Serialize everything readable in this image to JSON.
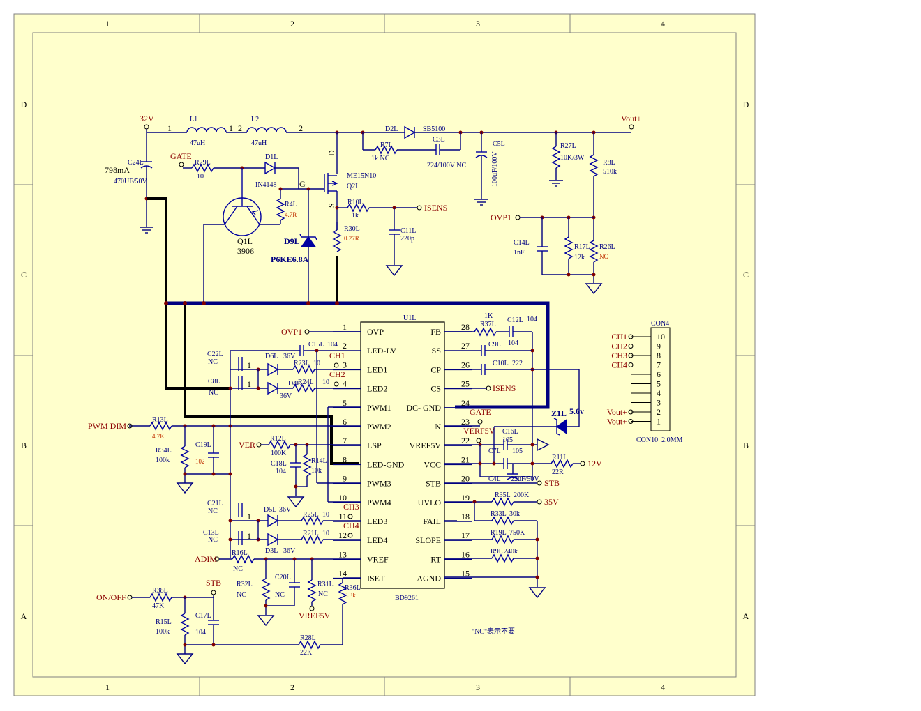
{
  "frame": {
    "columns": [
      "1",
      "2",
      "3",
      "4"
    ],
    "rows": [
      "D",
      "C",
      "B",
      "A"
    ]
  },
  "colors": {
    "sheet": "#ffffcc",
    "wire": "#000080",
    "net_label": "#8b0000",
    "value_highlight": "#c03000",
    "junction": "#800000"
  },
  "power": {
    "nodes": {
      "v32": "32V",
      "vout": "Vout+",
      "current": "798mA"
    },
    "inductors": [
      {
        "ref": "L1",
        "value": "47uH",
        "pin_a": "1",
        "pin_b": "1"
      },
      {
        "ref": "L2",
        "value": "47uH",
        "pin_a": "2",
        "pin_b": "2"
      }
    ],
    "c24": {
      "ref": "C24L",
      "value": "470UF/50V"
    },
    "d2": {
      "ref": "D2L",
      "value": "SB5100"
    },
    "r7": {
      "ref": "R7L",
      "value": "1k NC"
    },
    "c3": {
      "ref": "C3L",
      "value": "224/100V NC"
    },
    "c5": {
      "ref": "C5L",
      "value": "100uF/100V"
    },
    "r27": {
      "ref": "R27L",
      "value": "10K/3W"
    },
    "r8": {
      "ref": "R8L",
      "value": "510k"
    },
    "gate_net": "GATE",
    "r29": {
      "ref": "R29L",
      "value": "10"
    },
    "d1": {
      "ref": "D1L",
      "value": "IN4148"
    },
    "q1": {
      "ref": "Q1L",
      "value": "3906"
    },
    "r4": {
      "ref": "R4L",
      "value": "4.7R"
    },
    "d9": {
      "ref": "D9L",
      "value": "P6KE6.8A"
    },
    "q2": {
      "ref": "Q2L",
      "value": "ME15N10",
      "d": "D",
      "g": "G",
      "s": "S"
    },
    "r10": {
      "ref": "R10L",
      "value": "1k"
    },
    "isens": "ISENS",
    "r30": {
      "ref": "R30L",
      "value": "0.27R"
    },
    "c11": {
      "ref": "C11L",
      "value": "220p"
    },
    "ovp": "OVP1",
    "c14": {
      "ref": "C14L",
      "value": "1nF"
    },
    "r17": {
      "ref": "R17L",
      "value": "12k"
    },
    "r26": {
      "ref": "R26L",
      "value": "NC"
    }
  },
  "ic": {
    "ref": "U1L",
    "part": "BD9261",
    "left_pins": [
      {
        "num": "1",
        "name": "OVP"
      },
      {
        "num": "2",
        "name": "LED-LV"
      },
      {
        "num": "3",
        "name": "LED1"
      },
      {
        "num": "4",
        "name": "LED2"
      },
      {
        "num": "5",
        "name": "PWM1"
      },
      {
        "num": "6",
        "name": "PWM2"
      },
      {
        "num": "7",
        "name": "LSP"
      },
      {
        "num": "8",
        "name": "LED-GND"
      },
      {
        "num": "9",
        "name": "PWM3"
      },
      {
        "num": "10",
        "name": "PWM4"
      },
      {
        "num": "11",
        "name": "LED3"
      },
      {
        "num": "12",
        "name": "LED4"
      },
      {
        "num": "13",
        "name": "VREF"
      },
      {
        "num": "14",
        "name": "ISET"
      }
    ],
    "right_pins": [
      {
        "num": "28",
        "name": "FB"
      },
      {
        "num": "27",
        "name": "SS"
      },
      {
        "num": "26",
        "name": "CP"
      },
      {
        "num": "25",
        "name": "CS"
      },
      {
        "num": "24",
        "name": "DC- GND"
      },
      {
        "num": "23",
        "name": "N"
      },
      {
        "num": "22",
        "name": "VREF5V"
      },
      {
        "num": "21",
        "name": "VCC"
      },
      {
        "num": "20",
        "name": "STB"
      },
      {
        "num": "19",
        "name": "UVLO"
      },
      {
        "num": "18",
        "name": "FAIL"
      },
      {
        "num": "17",
        "name": "SLOPE"
      },
      {
        "num": "16",
        "name": "RT"
      },
      {
        "num": "15",
        "name": "AGND"
      }
    ]
  },
  "left_side": {
    "ovp": "OVP1",
    "c15": {
      "ref": "C15L",
      "value": "104"
    },
    "c22": {
      "ref": "C22L",
      "value": "NC"
    },
    "c8": {
      "ref": "C8L",
      "value": "NC"
    },
    "d6": {
      "ref": "D6L",
      "value": "36V"
    },
    "d4": {
      "ref": "D4L",
      "value": "36V"
    },
    "r23": {
      "ref": "R23L",
      "value": "10"
    },
    "r24": {
      "ref": "R24L",
      "value": "10"
    },
    "ch1": "CH1",
    "ch2": "CH2",
    "cap_pins": [
      "1",
      "1"
    ],
    "pwm_dim": "PWM DIM",
    "r13": {
      "ref": "R13L",
      "value": "4.7K"
    },
    "r34": {
      "ref": "R34L",
      "value": "100k"
    },
    "c19": {
      "ref": "C19L",
      "value": "102"
    },
    "ver": "VER",
    "r12": {
      "ref": "R12L",
      "value": "100K"
    },
    "c18": {
      "ref": "C18L",
      "value": "104"
    },
    "r14": {
      "ref": "R14L",
      "value": "10k"
    },
    "c21": {
      "ref": "C21L",
      "value": "NC"
    },
    "c13": {
      "ref": "C13L",
      "value": "NC"
    },
    "d5": {
      "ref": "D5L",
      "value": "36V"
    },
    "d3": {
      "ref": "D3L",
      "value": "36V"
    },
    "r25": {
      "ref": "R25L",
      "value": "10"
    },
    "r21": {
      "ref": "R21L",
      "value": "10"
    },
    "ch3": "CH3",
    "ch4": "CH4",
    "adim": "ADIM",
    "r16": {
      "ref": "R16L",
      "value": "NC"
    },
    "r32": {
      "ref": "R32L",
      "value": "NC"
    },
    "c20": {
      "ref": "C20L",
      "value": "NC"
    },
    "r31": {
      "ref": "R31L",
      "value": "NC"
    },
    "vref5v": "VREF5V",
    "r36": {
      "ref": "R36L",
      "value": "3.3k"
    },
    "onoff": "ON/OFF",
    "stb": "STB",
    "r38": {
      "ref": "R38L",
      "value": "47K"
    },
    "r15": {
      "ref": "R15L",
      "value": "100k"
    },
    "c17": {
      "ref": "C17L",
      "value": "104"
    },
    "r28": {
      "ref": "R28L",
      "value": "22K"
    }
  },
  "right_side": {
    "r37": {
      "ref": "R37L",
      "value": "1K"
    },
    "c12": {
      "ref": "C12L",
      "value": "104",
      "value2": "104"
    },
    "c9": {
      "ref": "C9L"
    },
    "c10": {
      "ref": "C10L",
      "value": "222"
    },
    "isens": "ISENS",
    "gate": "GATE",
    "z1": {
      "ref": "Z1L",
      "value": "5.6v"
    },
    "verf5v": "VERF5V",
    "c16": {
      "ref": "C16L",
      "value": "105"
    },
    "c7": {
      "ref": "C7L",
      "value": "105"
    },
    "c4": {
      "ref": "C4L",
      "value": "22uF/50V"
    },
    "r11": {
      "ref": "R11L",
      "value": "22R"
    },
    "v12": "12V",
    "stb": "STB",
    "r35": {
      "ref": "R35L",
      "value": "200K"
    },
    "v35": "35V",
    "r33": {
      "ref": "R33L",
      "value": "30k"
    },
    "r19": {
      "ref": "R19L",
      "value": "750K"
    },
    "r9": {
      "ref": "R9L",
      "value": "240k"
    }
  },
  "connector": {
    "ref": "CON4",
    "part": "CON10_2.0MM",
    "pins": [
      {
        "num": "10",
        "net": "CH1"
      },
      {
        "num": "9",
        "net": "CH2"
      },
      {
        "num": "8",
        "net": "CH3"
      },
      {
        "num": "7",
        "net": "CH4"
      },
      {
        "num": "6",
        "net": ""
      },
      {
        "num": "5",
        "net": ""
      },
      {
        "num": "4",
        "net": ""
      },
      {
        "num": "3",
        "net": ""
      },
      {
        "num": "2",
        "net": "Vout+"
      },
      {
        "num": "1",
        "net": "Vout+"
      }
    ]
  },
  "note": "\"NC\"表示不要"
}
